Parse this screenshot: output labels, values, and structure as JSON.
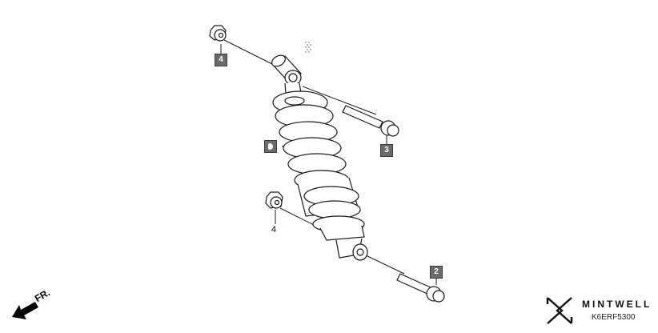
{
  "diagram": {
    "title": "Rear shock absorber parts diagram",
    "callouts": [
      {
        "id": "top-nut",
        "label": "4",
        "style": "boxed"
      },
      {
        "id": "shock-absorber",
        "label": "",
        "style": "boxed-glyph"
      },
      {
        "id": "upper-bolt",
        "label": "3",
        "style": "boxed"
      },
      {
        "id": "lower-nut",
        "label": "4",
        "style": "plain"
      },
      {
        "id": "lower-bolt",
        "label": "2",
        "style": "boxed"
      }
    ],
    "direction_indicator": {
      "label": "FR.",
      "icon": "arrow-down-left-icon"
    },
    "brand": {
      "name": "MINTWELL",
      "code": "K6ERF5300",
      "logo_icon": "mintwell-logo-icon"
    },
    "colors": {
      "line": "#1a1a1a",
      "callout_fill": "#6b6b6b",
      "background": "#ffffff"
    }
  }
}
